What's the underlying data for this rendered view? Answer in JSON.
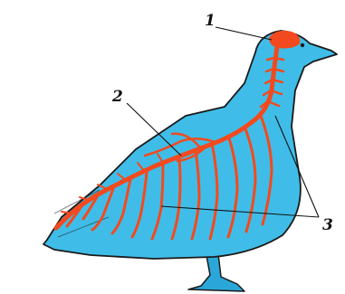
{
  "colors": {
    "body_fill": "#3fbde8",
    "outline": "#1a1a1a",
    "nerves": "#f24a1e",
    "leg": "#2aa7d8",
    "background": "#ffffff"
  },
  "labels": {
    "label_1": "1",
    "label_2": "2",
    "label_3": "3"
  }
}
